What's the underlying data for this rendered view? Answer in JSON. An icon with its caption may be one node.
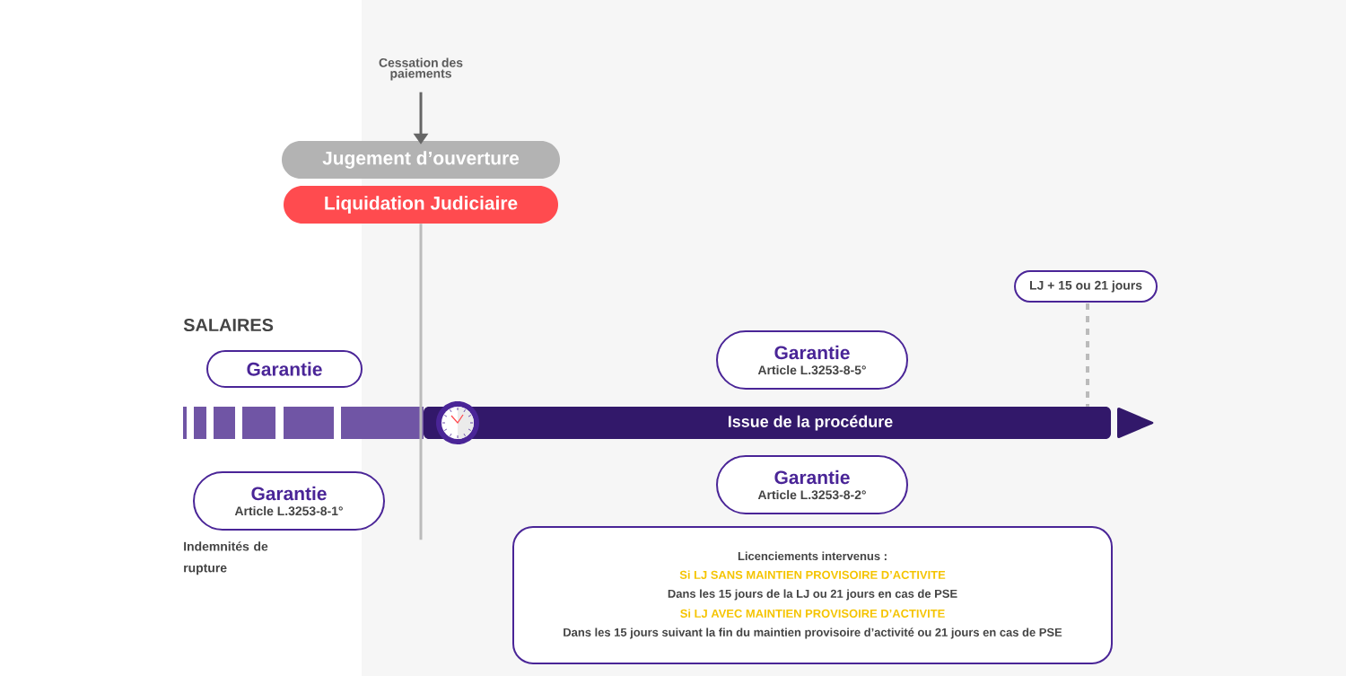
{
  "diagram": {
    "nodes": [
      {
        "text": [
          "Cessation des paiements"
        ]
      },
      {
        "text": [
          "Jugement d’ouverture"
        ]
      },
      {
        "text": [
          "Liquidation Judiciaire"
        ]
      },
      {
        "text": [
          "Garantie"
        ]
      },
      {
        "text": [
          "Garantie",
          "Article L.3253-8-1°"
        ]
      },
      {
        "text": [
          "Garantie",
          "Article L.3253-8-5°"
        ]
      },
      {
        "text": [
          "Issue de la procédure"
        ]
      },
      {
        "text": [
          "LJ + 15 ou 21 jours"
        ]
      },
      {
        "text": [
          "Garantie",
          "Article L.3253-8-2°"
        ]
      },
      {
        "text": [
          "Licenciements intervenus :",
          "Si LJ SANS MAINTIEN PROVISOIRE D’ACTIVITE",
          "Dans les 15 jours de la LJ ou 21 jours en cas de PSE",
          "Si LJ AVEC MAINTIEN PROVISOIRE D’ACTIVITE",
          "Dans les 15 jours suivant la fin du maintien provisoire d’activité ou 21 jours en cas de PSE"
        ]
      }
    ],
    "edges": [
      {
        "from": 0,
        "to": 1,
        "arrow": "to",
        "color": "#666666"
      },
      {
        "from": 7,
        "to": 6,
        "arrow": "none",
        "style": "dashed",
        "color": "#bbbbbb"
      },
      {
        "from": 2,
        "to": null,
        "arrow": "none",
        "color": "#bbbbbb"
      }
    ],
    "labels": [
      "SALAIRES",
      "Indemnités de rupture"
    ]
  }
}
